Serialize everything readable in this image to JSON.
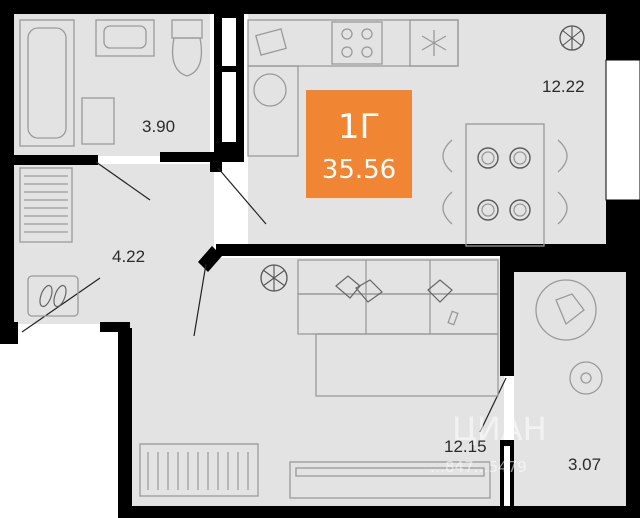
{
  "apartment": {
    "type": "1Г",
    "area": "35.56",
    "badge_color": "#f08633"
  },
  "rooms": [
    {
      "id": "bathroom",
      "area": "3.90"
    },
    {
      "id": "kitchen",
      "area": "12.22"
    },
    {
      "id": "hallway",
      "area": "4.22"
    },
    {
      "id": "living-room",
      "area": "12.15"
    },
    {
      "id": "balcony",
      "area": "3.07"
    }
  ],
  "watermark": {
    "brand": "ЦИАН",
    "code": "…847…5479"
  },
  "colors": {
    "wall": "#000000",
    "floor": "#e3e3e3",
    "furniture_stroke": "#9a9a9a"
  }
}
